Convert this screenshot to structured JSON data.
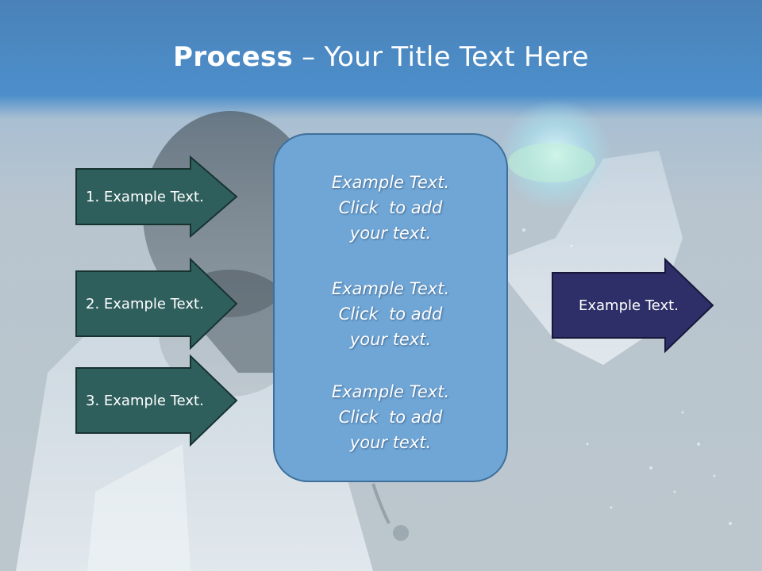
{
  "slide": {
    "title": {
      "bold": "Process",
      "rest": " – Your Title Text Here"
    },
    "left_arrows": [
      {
        "label": "1. Example Text."
      },
      {
        "label": "2. Example Text."
      },
      {
        "label": "3. Example Text."
      }
    ],
    "center_box": {
      "paragraphs": [
        {
          "lines": [
            "Example Text.",
            "Click  to add",
            "your text."
          ]
        },
        {
          "lines": [
            "Example Text.",
            "Click  to add",
            "your text."
          ]
        },
        {
          "lines": [
            "Example Text.",
            "Click  to add",
            "your text."
          ]
        }
      ]
    },
    "right_arrow": {
      "label": "Example Text."
    },
    "colors": {
      "left_arrow_fill": "#2f5f5c",
      "left_arrow_stroke": "#163330",
      "right_arrow_fill": "#2e2f68",
      "right_arrow_stroke": "#17183a",
      "center_box_fill": "#6fa6d6",
      "title_band": "#4d8fcb"
    }
  }
}
